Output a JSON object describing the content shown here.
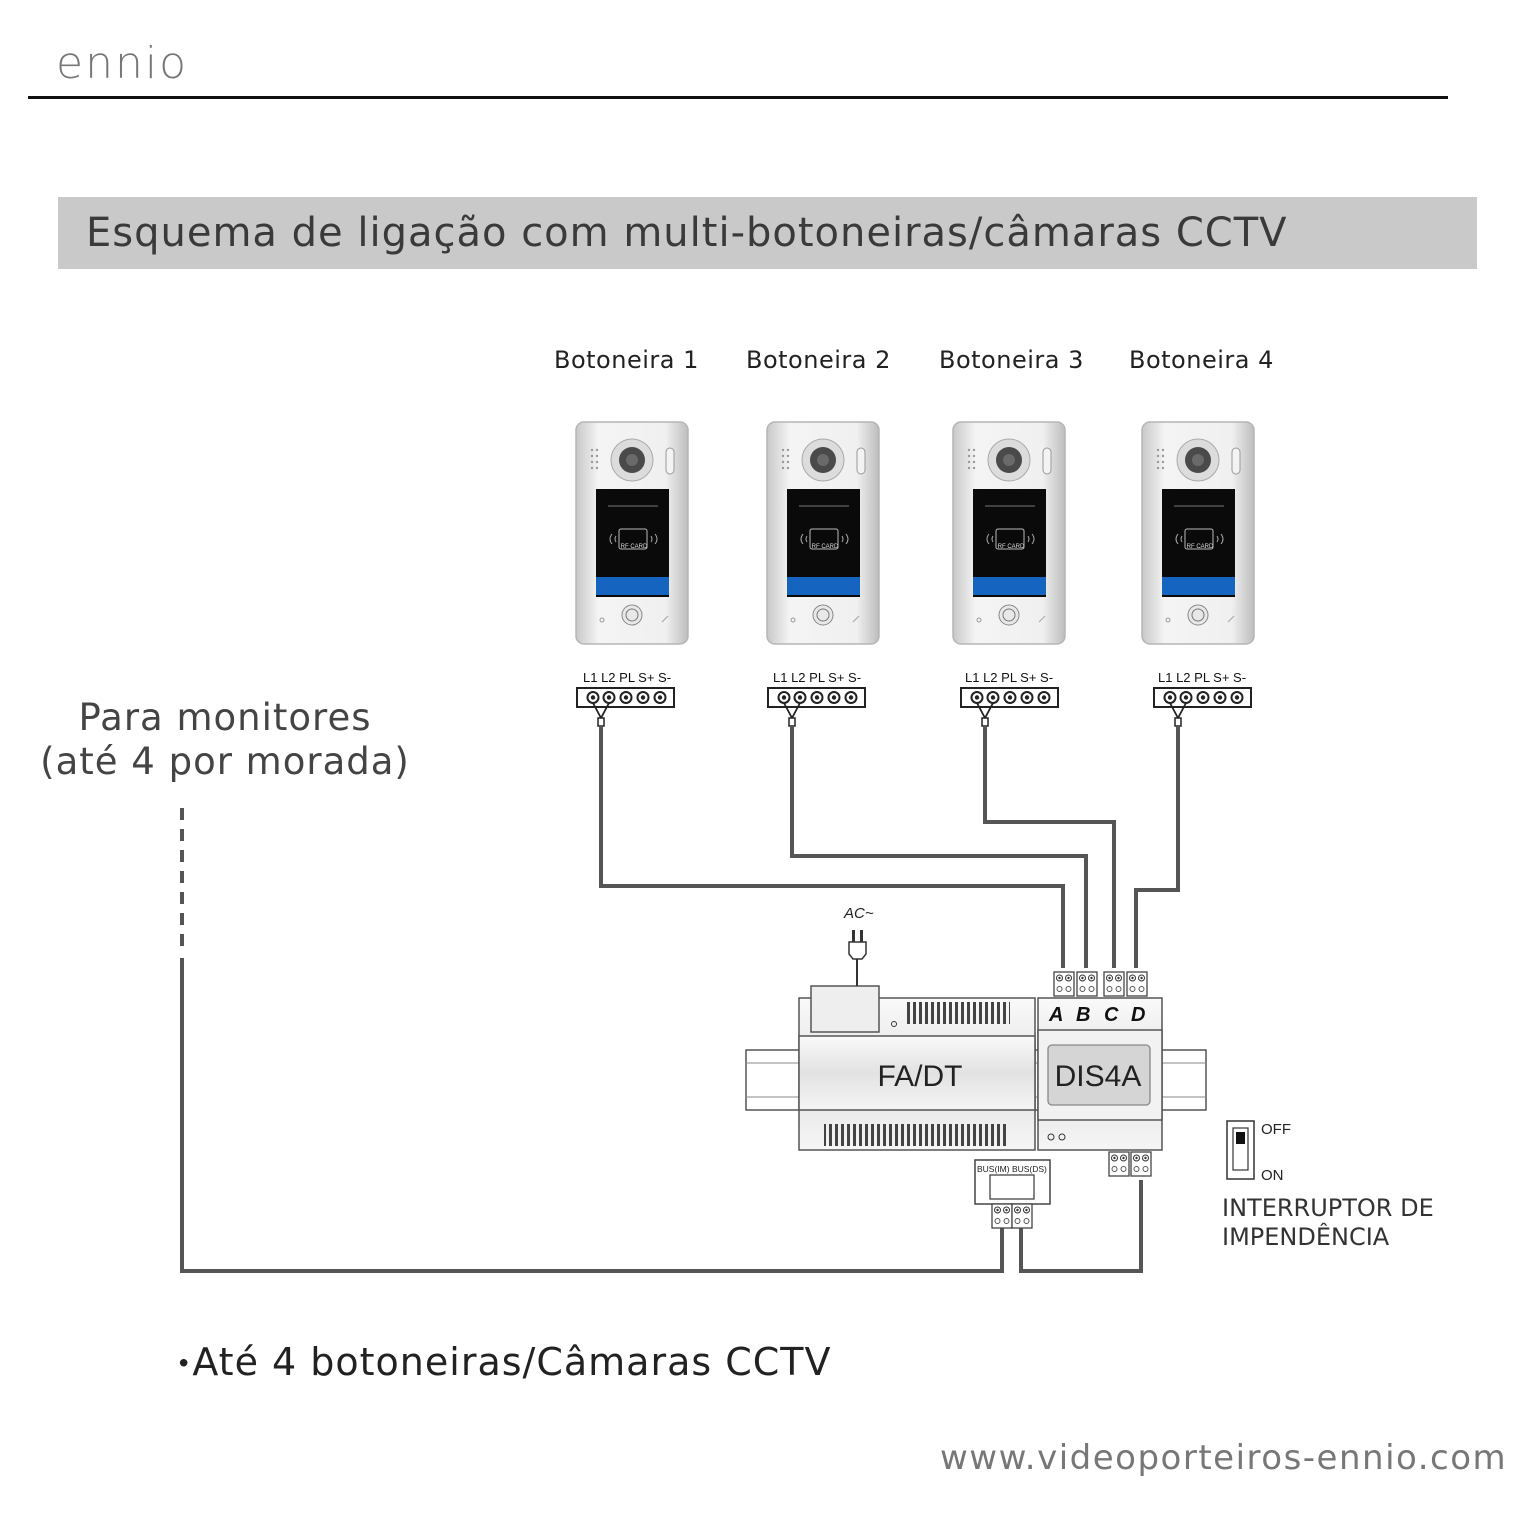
{
  "brand": {
    "logo_text": "ennio"
  },
  "header": {
    "title": "Esquema de ligação com multi-botoneiras/câmaras CCTV"
  },
  "panels": [
    {
      "label": "Botoneira 1",
      "card_text": "RF CARD"
    },
    {
      "label": "Botoneira 2",
      "card_text": "RF CARD"
    },
    {
      "label": "Botoneira 3",
      "card_text": "RF CARD"
    },
    {
      "label": "Botoneira 4",
      "card_text": "RF CARD"
    }
  ],
  "terminal_block": {
    "labels": "L1  L2  PL S+ S-"
  },
  "monitors": {
    "line1": "Para monitores",
    "line2": "(até 4 por morada)"
  },
  "power_supply": {
    "label": "FA/DT",
    "input_label": "AC~",
    "bus_labels": "BUS(IM)  BUS(DS)"
  },
  "distributor": {
    "label": "DIS4A",
    "ports": [
      "A",
      "B",
      "C",
      "D"
    ]
  },
  "impedance_switch": {
    "off_label": "OFF",
    "on_label": "ON",
    "line1": "INTERRUPTOR DE",
    "line2": "IMPENDÊNCIA"
  },
  "footer": {
    "bullet": "Até 4 botoneiras/Câmaras CCTV",
    "website": "www.videoporteiros-ennio.com"
  },
  "colors": {
    "wire": "#555555",
    "title_band": "#c9c9c9",
    "panel_blue": "#1565c0"
  }
}
